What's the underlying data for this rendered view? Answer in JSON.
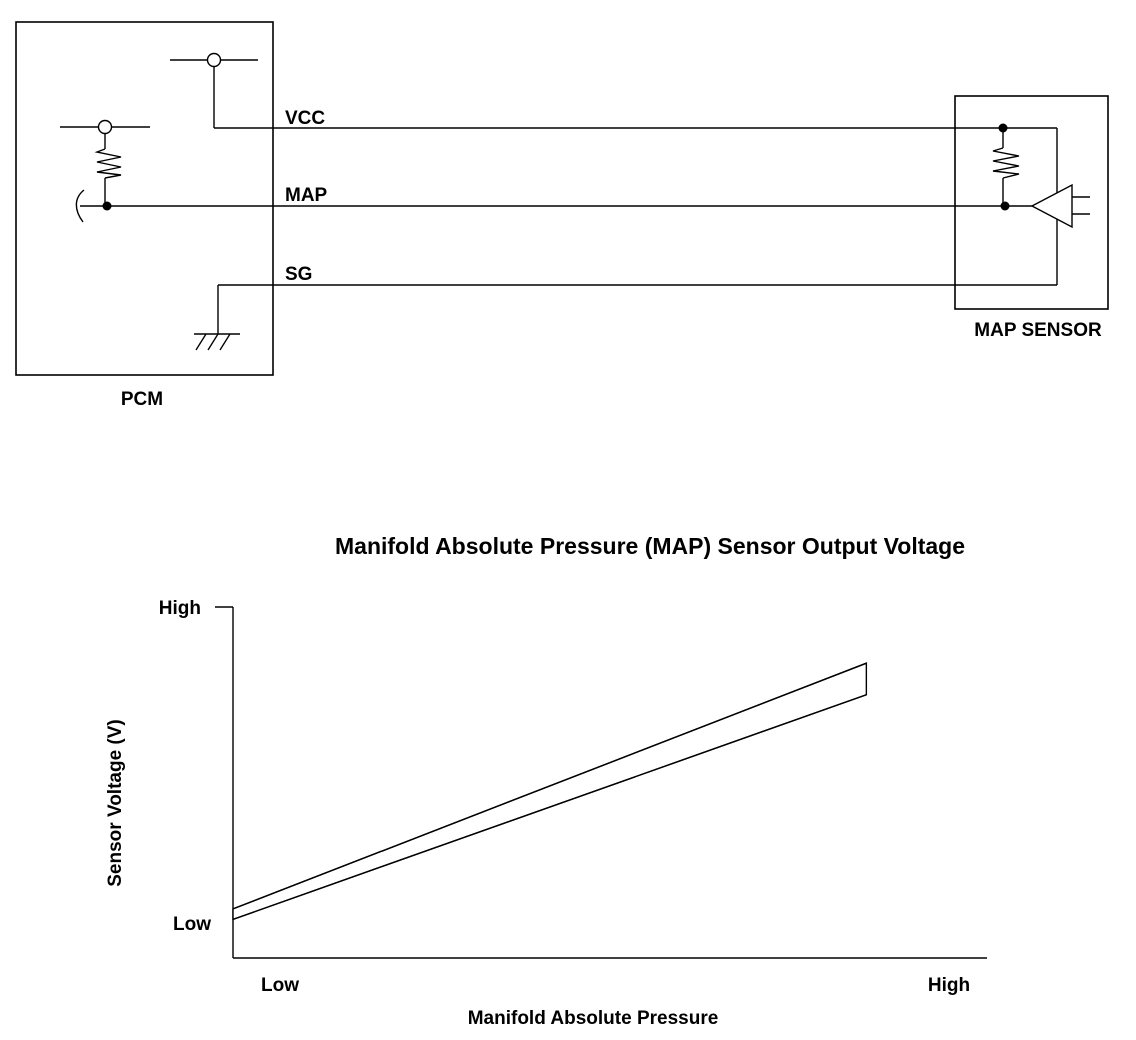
{
  "diagram": {
    "pcm_label": "PCM",
    "sensor_label": "MAP SENSOR",
    "wires": [
      {
        "key": "vcc",
        "label": "VCC"
      },
      {
        "key": "map",
        "label": "MAP"
      },
      {
        "key": "sg",
        "label": "SG"
      }
    ]
  },
  "chart_data": {
    "type": "area",
    "title": "Manifold Absolute Pressure (MAP) Sensor Output Voltage",
    "xlabel": "Manifold Absolute Pressure",
    "ylabel": "Sensor Voltage (V)",
    "x_tick_labels": [
      "Low",
      "High"
    ],
    "y_tick_labels": [
      "High",
      "Low"
    ],
    "series": [
      {
        "x": [
          0.0,
          0.84
        ],
        "y": [
          0.14,
          0.84
        ]
      },
      {
        "x": [
          0.0,
          0.84
        ],
        "y": [
          0.11,
          0.75
        ]
      }
    ],
    "xlim": [
      0,
      1
    ],
    "ylim": [
      0,
      1
    ],
    "grid": false
  }
}
